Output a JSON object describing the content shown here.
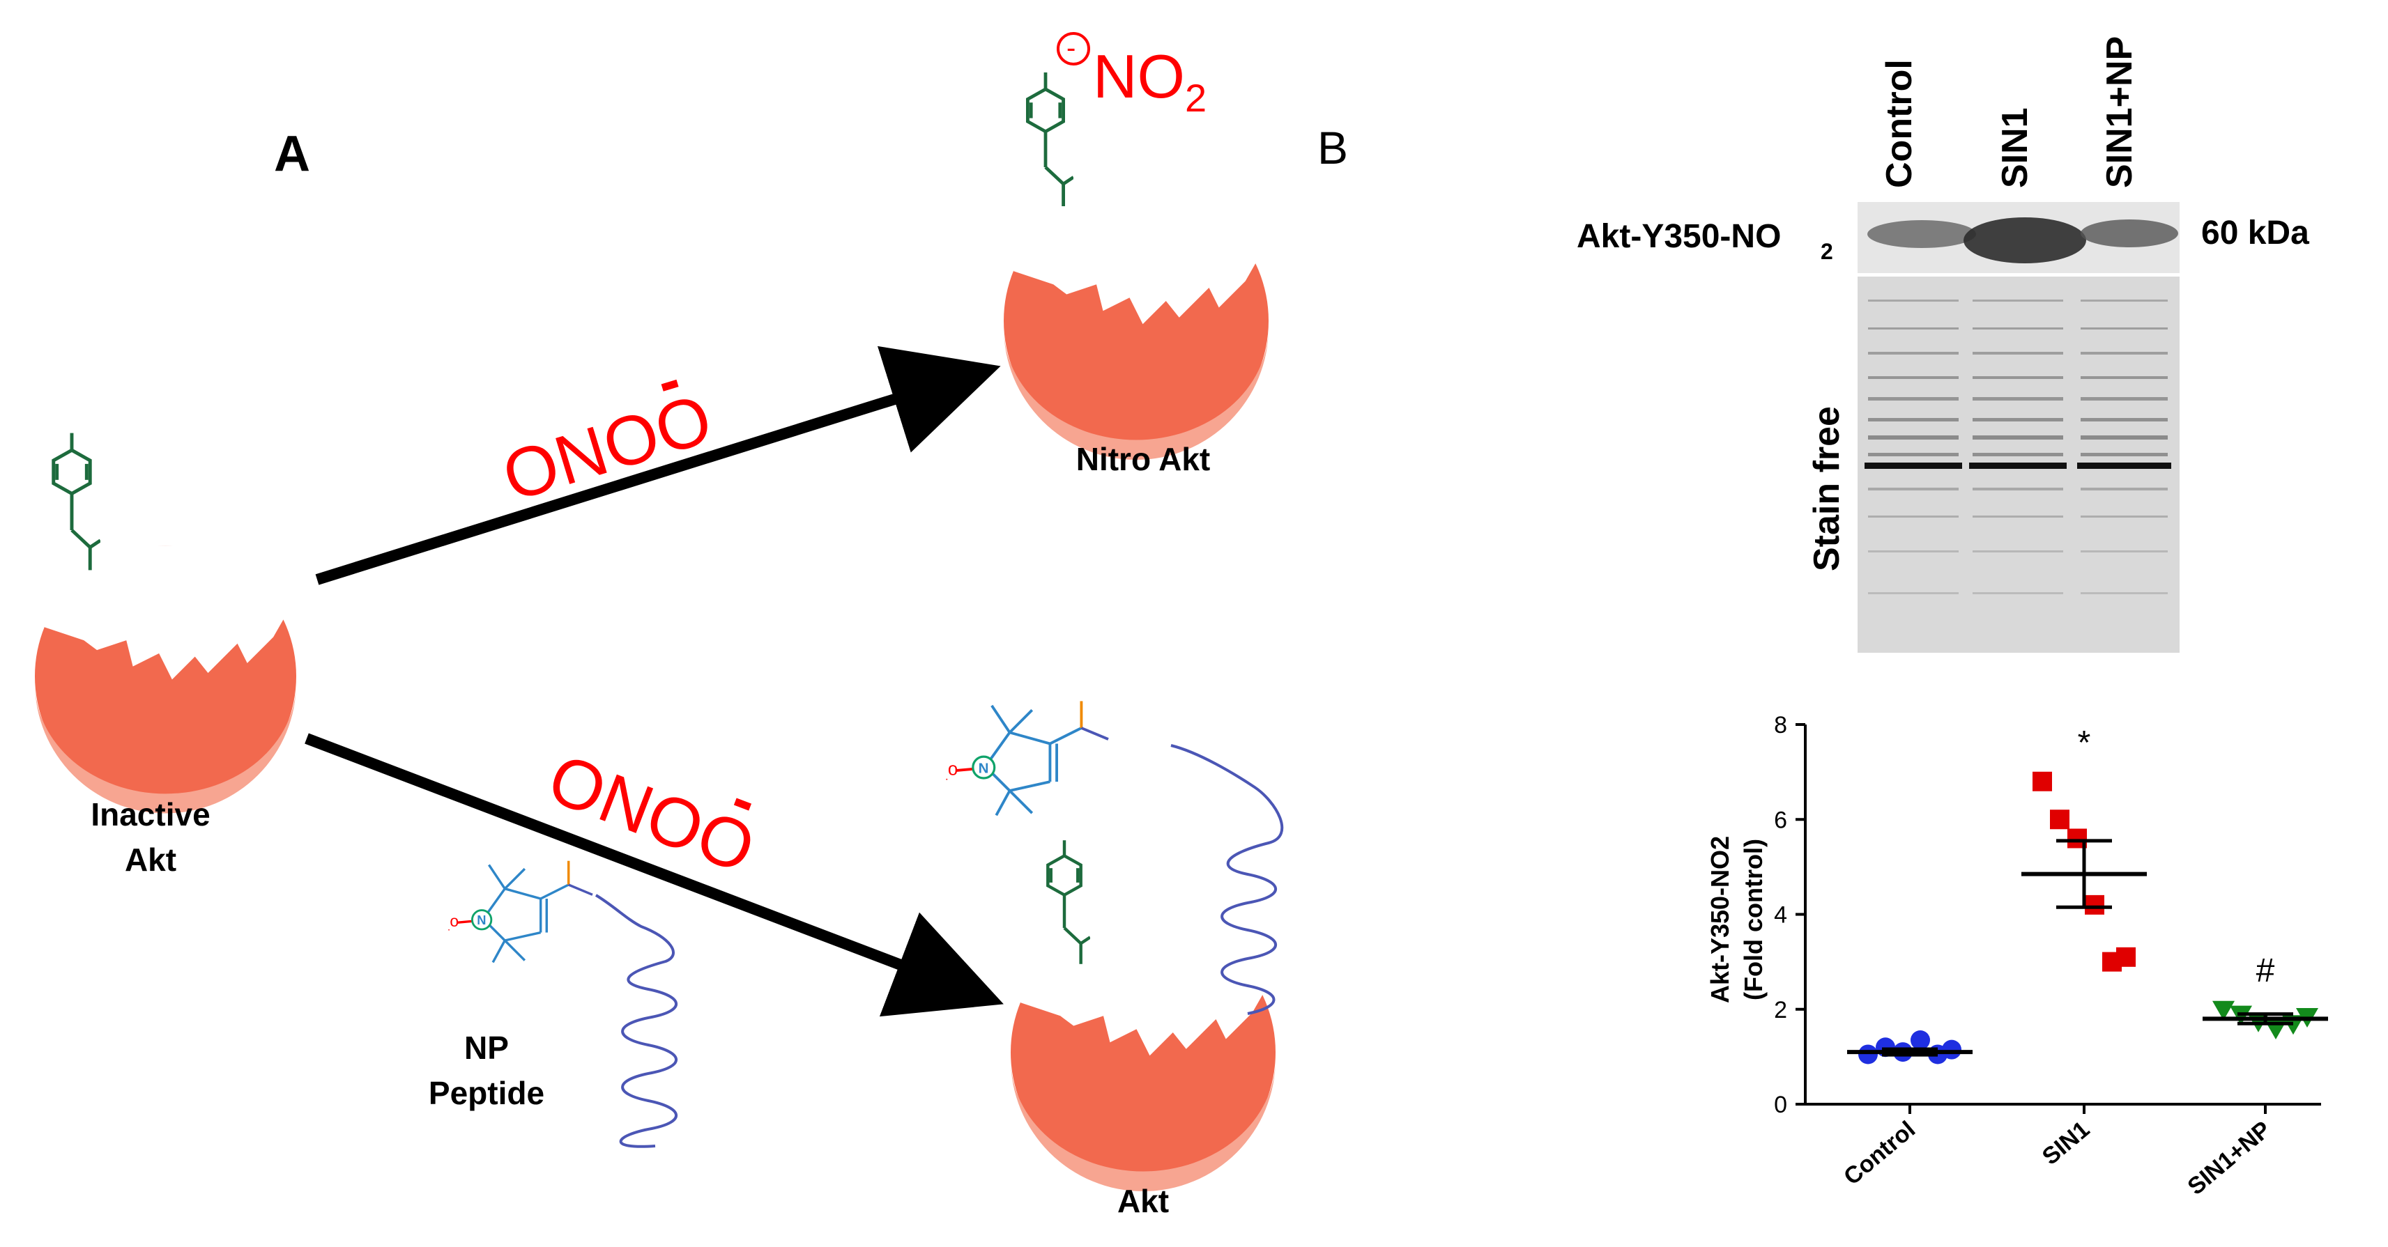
{
  "panel_a": {
    "letter": "A",
    "reagent_top": "ONOO",
    "reagent_top_charge": "-",
    "reagent_bottom": "ONOO",
    "reagent_bottom_charge": "-",
    "nitro_group": "NO",
    "nitro_subscript": "2",
    "nitro_charge": "-",
    "nitroxide_n": "N",
    "proteins": {
      "inactive": [
        "Inactive",
        "Akt"
      ],
      "nitro": "Nitro Akt",
      "protected": "Akt"
    },
    "peptide": [
      "NP",
      "Peptide"
    ]
  },
  "panel_b": {
    "letter": "B",
    "blot": {
      "lanes": [
        "Control",
        "SIN1",
        "SIN1+NP"
      ],
      "band_label": "Akt-Y350-NO",
      "band_label_subscript": "2",
      "mw": "60 kDa",
      "loading_label": "Stain free"
    }
  },
  "chart_data": {
    "type": "scatter",
    "categories": [
      "Control",
      "SIN1",
      "SIN1+NP"
    ],
    "ylabel_line1": "Akt-Y350-NO2",
    "ylabel_line2": "(Fold control)",
    "ylim": [
      0,
      8
    ],
    "yticks": [
      0,
      2,
      4,
      6,
      8
    ],
    "series": [
      {
        "category": "Control",
        "marker": "circle",
        "color": "#1f2fe0",
        "points": [
          1.05,
          1.2,
          1.1,
          1.35,
          1.05,
          1.15
        ],
        "mean": 1.1,
        "sem": 0.06
      },
      {
        "category": "SIN1",
        "marker": "square",
        "color": "#e00000",
        "points": [
          6.8,
          6.0,
          5.6,
          4.2,
          3.0,
          3.1
        ],
        "mean": 4.85,
        "sem": 0.7
      },
      {
        "category": "SIN1+NP",
        "marker": "triangle-down",
        "color": "#138a1c",
        "points": [
          2.0,
          1.9,
          1.75,
          1.6,
          1.7,
          1.85
        ],
        "mean": 1.8,
        "sem": 0.1
      }
    ],
    "annotations": [
      {
        "category": "SIN1",
        "text": "*"
      },
      {
        "category": "SIN1+NP",
        "text": "#"
      }
    ]
  }
}
